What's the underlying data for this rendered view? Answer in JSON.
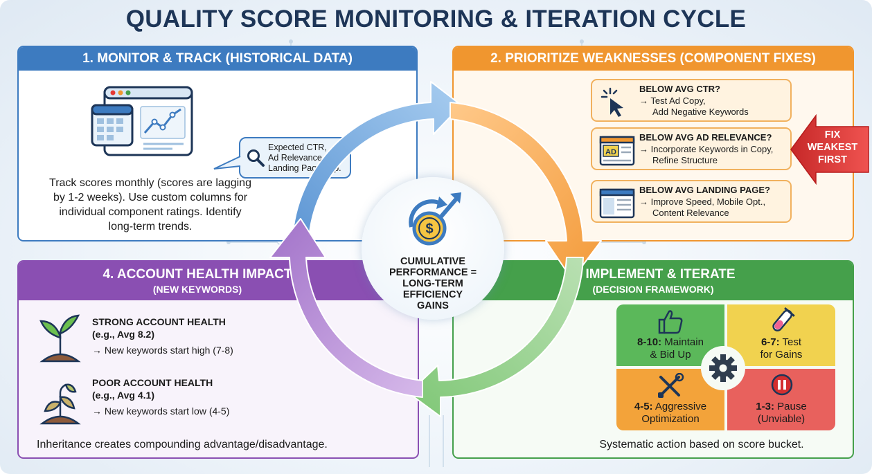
{
  "title": "QUALITY SCORE MONITORING & ITERATION CYCLE",
  "colors": {
    "monitor": "#3d7bc0",
    "prioritize": "#f0962f",
    "implement": "#45a04b",
    "health": "#8a4fb2",
    "fix_arrow": "#e53935",
    "title": "#1d3557"
  },
  "center": {
    "text": "CUMULATIVE PERFORMANCE = LONG-TERM EFFICIENCY GAINS",
    "icon": "dollar-growth-icon"
  },
  "monitor": {
    "header": "1. MONITOR & TRACK (HISTORICAL DATA)",
    "bubble": [
      "Expected CTR,",
      "Ad Relevance,",
      "Landing Page Exp."
    ],
    "description": "Track scores monthly (scores are lagging by 1-2 weeks). Use custom columns for individual component ratings. Identify long-term trends.",
    "icons": [
      "calendar-dashboard-icon",
      "search-icon"
    ]
  },
  "prioritize": {
    "header": "2. PRIORITIZE WEAKNESSES (COMPONENT FIXES)",
    "items": [
      {
        "title": "BELOW AVG CTR?",
        "lines": [
          "→ Test Ad Copy,",
          "Add Negative Keywords"
        ],
        "icon": "cursor-click-icon"
      },
      {
        "title": "BELOW AVG AD RELEVANCE?",
        "lines": [
          "→ Incorporate Keywords in Copy,",
          "Refine Structure"
        ],
        "icon": "ad-icon",
        "icon_label": "AD"
      },
      {
        "title": "BELOW AVG LANDING PAGE?",
        "lines": [
          "→ Improve Speed, Mobile Opt.,",
          "Content Relevance"
        ],
        "icon": "webpage-icon"
      }
    ],
    "fix_arrow": "FIX WEAKEST FIRST"
  },
  "implement": {
    "header": "3. IMPLEMENT & ITERATE",
    "subheader": "(DECISION FRAMEWORK)",
    "buckets": [
      {
        "range": "8-10:",
        "action": "Maintain",
        "line2": "& Bid Up",
        "icon": "thumbs-up-icon"
      },
      {
        "range": "6-7:",
        "action": "Test",
        "line2": "for Gains",
        "icon": "test-tube-icon"
      },
      {
        "range": "4-5:",
        "action": "Aggressive",
        "line2": "Optimization",
        "icon": "tools-icon"
      },
      {
        "range": "1-3:",
        "action": "Pause",
        "line2": "(Unviable)",
        "icon": "pause-icon"
      }
    ],
    "footer": "Systematic action based on score bucket."
  },
  "health": {
    "header": "4. ACCOUNT HEALTH IMPACT",
    "subheader": "(NEW KEYWORDS)",
    "items": [
      {
        "title": "STRONG ACCOUNT HEALTH",
        "avg": "(e.g., Avg 8.2)",
        "body": "→ New keywords start high (7-8)",
        "icon": "healthy-plant-icon"
      },
      {
        "title": "POOR ACCOUNT HEALTH",
        "avg": "(e.g., Avg 4.1)",
        "body": "→ New keywords start low (4-5)",
        "icon": "wilted-plant-icon"
      }
    ],
    "footer": "Inheritance creates compounding advantage/disadvantage."
  }
}
